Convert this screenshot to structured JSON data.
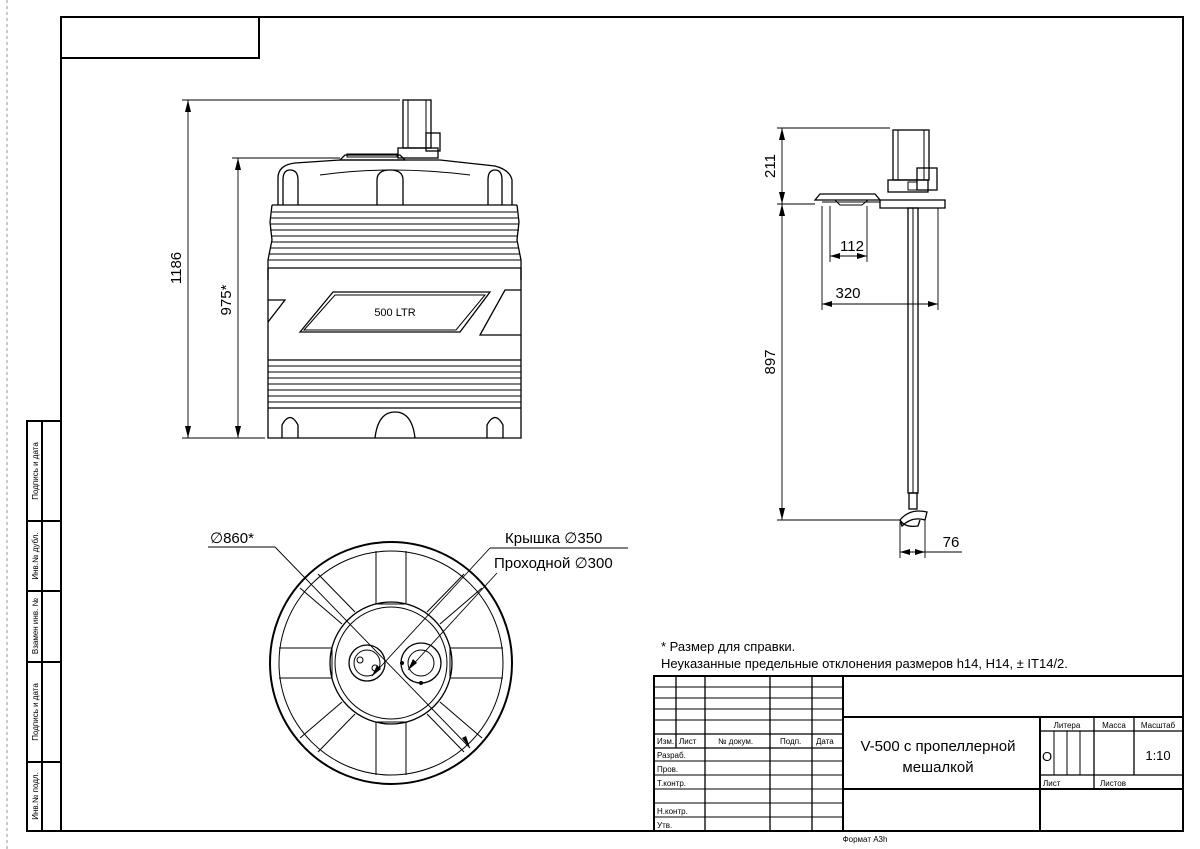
{
  "tank_front": {
    "label": "500  LTR",
    "dim_total_height": "1186",
    "dim_body_height": "975*"
  },
  "side_view": {
    "dim_motor_height": "211",
    "dim_shaft_length": "897",
    "dim_flange": "112",
    "dim_offset": "320",
    "dim_propeller": "76"
  },
  "top_view": {
    "dim_diameter": "∅860*",
    "lid_label": "Крышка ∅350",
    "passage_label": "Проходной ∅300"
  },
  "notes": {
    "line1": "* Размер для справки.",
    "line2": "Неуказанные предельные отклонения размеров h14, H14, ± IT14/2."
  },
  "side_stamps": [
    "Подпись и дата",
    "Инв.№ дубл.",
    "Взамен инв. №",
    "Подпись и дата",
    "Инв.№ подл."
  ],
  "title_block": {
    "col_headers": [
      "Изм.",
      "Лист",
      "№ докум.",
      "Подп.",
      "Дата"
    ],
    "roles": [
      "Разраб.",
      "Пров.",
      "Т.контр.",
      "",
      "Н.контр.",
      "Утв."
    ],
    "title_line1": "V-500 с пропеллерной",
    "title_line2": "мешалкой",
    "litera_header": "Литера",
    "mass_header": "Масса",
    "scale_header": "Масштаб",
    "litera_value": "О",
    "scale_value": "1:10",
    "sheet_label": "Лист",
    "sheets_label": "Листов"
  },
  "format_label": "Формат А3h"
}
